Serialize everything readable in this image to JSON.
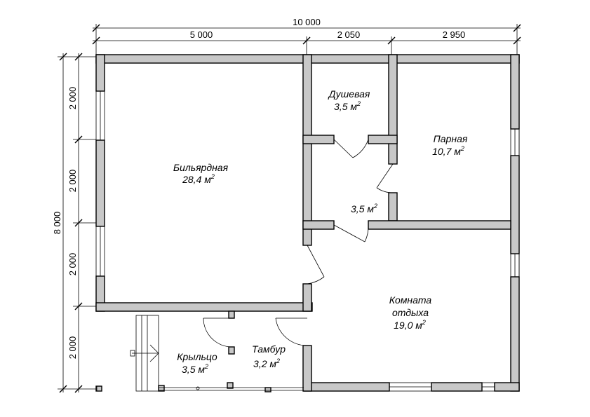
{
  "dimensions": {
    "top_total": "10 000",
    "top_segments": [
      "5 000",
      "2 050",
      "2 950"
    ],
    "left_total": "8 000",
    "left_segments": [
      "2 000",
      "2 000",
      "2 000",
      "2 000"
    ]
  },
  "rooms": {
    "billiard": {
      "name": "Бильярдная",
      "area": "28,4 м",
      "sup": "2"
    },
    "shower": {
      "name": "Душевая",
      "area": "3,5 м",
      "sup": "2"
    },
    "steam": {
      "name": "Парная",
      "area": "10,7 м",
      "sup": "2"
    },
    "hall": {
      "name": "",
      "area": "3,5 м",
      "sup": "2"
    },
    "rest": {
      "name": "Комната",
      "name2": "отдыха",
      "area": "19,0 м",
      "sup": "2"
    },
    "porch": {
      "name": "Крыльцо",
      "area": "3,5 м",
      "sup": "2"
    },
    "vestibule": {
      "name": "Тамбур",
      "area": "3,2 м",
      "sup": "2"
    }
  }
}
